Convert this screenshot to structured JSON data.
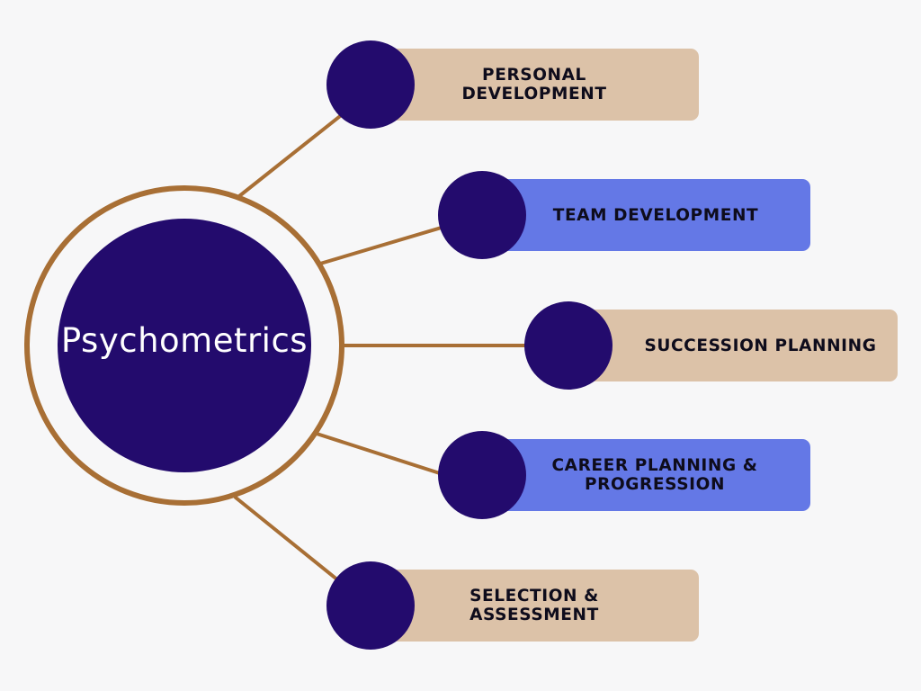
{
  "diagram": {
    "center": {
      "label": "Psychometrics"
    },
    "branches": [
      {
        "label": "PERSONAL\nDEVELOPMENT",
        "style": "tan"
      },
      {
        "label": "TEAM DEVELOPMENT",
        "style": "blue"
      },
      {
        "label": "SUCCESSION PLANNING",
        "style": "tan"
      },
      {
        "label": "CAREER PLANNING &\nPROGRESSION",
        "style": "blue"
      },
      {
        "label": "SELECTION &\nASSESSMENT",
        "style": "tan"
      }
    ]
  },
  "colors": {
    "background": "#f7f7f8",
    "navy": "#230b6d",
    "connector": "#a86f35",
    "tan": "#dcc2a8",
    "blue": "#6478e6",
    "text_dark": "#0e0c1c"
  }
}
